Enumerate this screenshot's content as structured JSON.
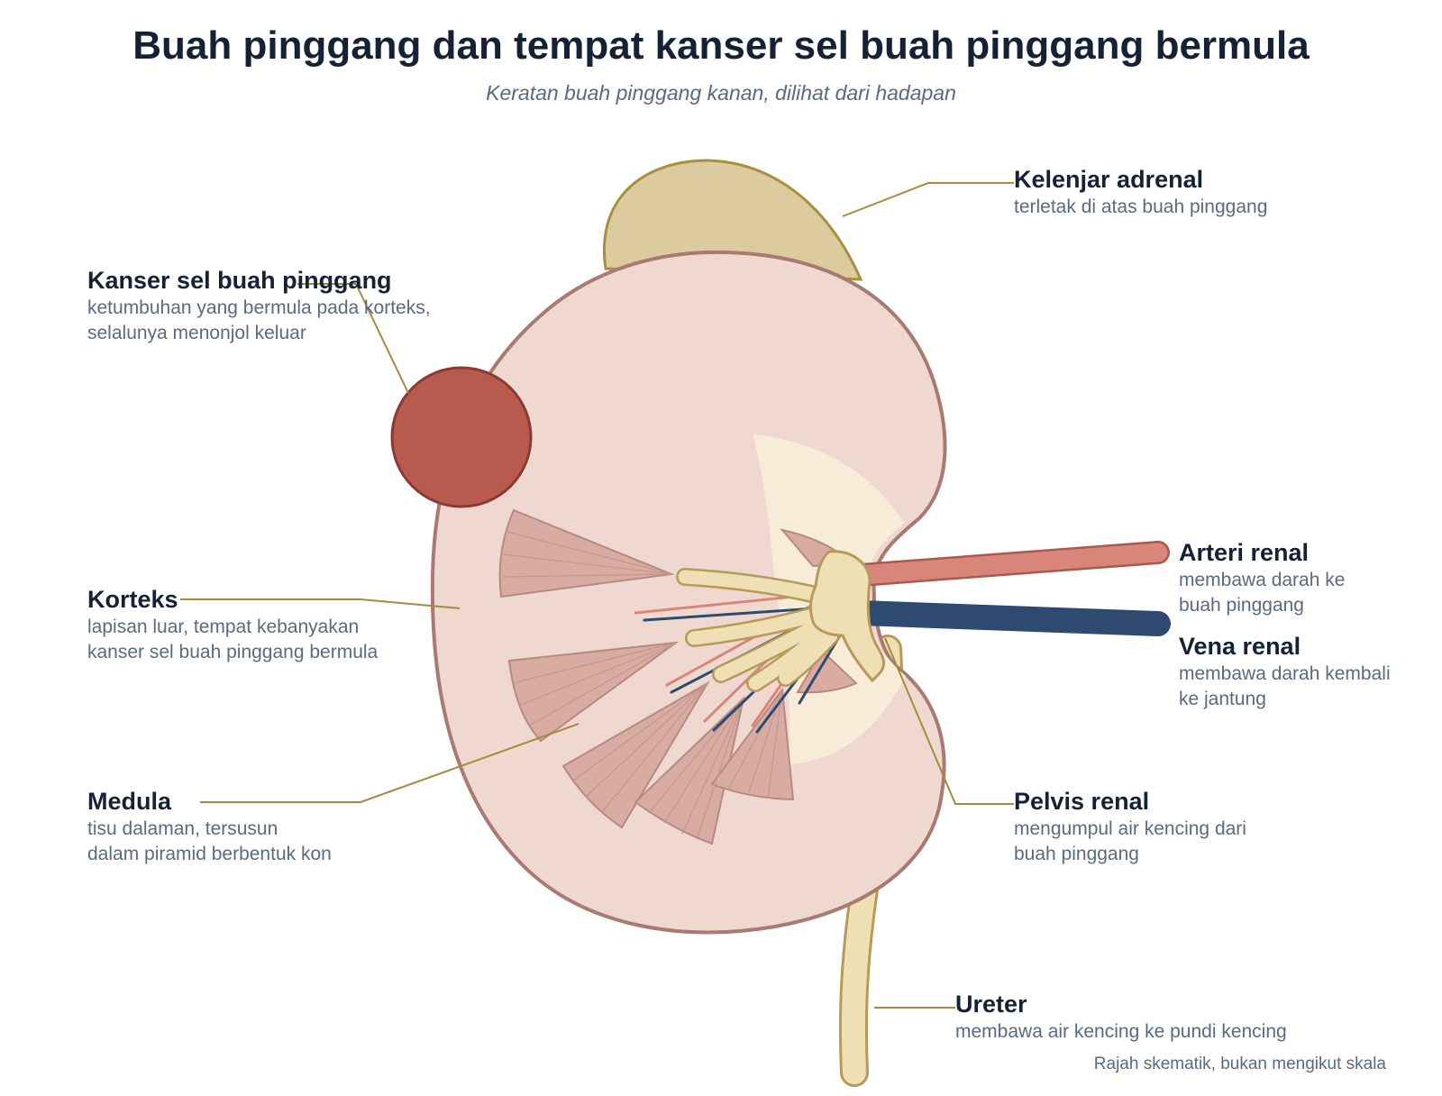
{
  "title": "Buah pinggang dan tempat kanser sel buah pinggang bermula",
  "subtitle": "Keratan buah pinggang kanan, dilihat dari hadapan",
  "labels": {
    "adrenal": {
      "name": "Kelenjar adrenal",
      "desc": [
        "terletak di atas buah pinggang"
      ]
    },
    "kanser": {
      "name": "Kanser sel buah pinggang",
      "desc": [
        "ketumbuhan yang bermula pada korteks,",
        "selalunya menonjol keluar"
      ]
    },
    "korteks": {
      "name": "Korteks",
      "desc": [
        "lapisan luar, tempat kebanyakan",
        "kanser sel buah pinggang bermula"
      ]
    },
    "medula": {
      "name": "Medula",
      "desc": [
        "tisu dalaman, tersusun",
        "dalam piramid berbentuk kon"
      ]
    },
    "arteri": {
      "name": "Arteri renal",
      "desc": [
        "membawa darah ke",
        "buah pinggang"
      ]
    },
    "vena": {
      "name": "Vena renal",
      "desc": [
        "membawa darah kembali",
        "ke jantung"
      ]
    },
    "pelvis": {
      "name": "Pelvis renal",
      "desc": [
        "mengumpul air kencing dari",
        "buah pinggang"
      ]
    },
    "ureter": {
      "name": "Ureter",
      "desc": [
        "membawa air kencing ke pundi kencing"
      ]
    }
  },
  "footnote": "Rajah skematik, bukan mengikut skala",
  "colors": {
    "cortex": "#eed8d0",
    "outline": "#a87a72",
    "sinus": "#f6ecd8",
    "pyramid": "#d9aca3",
    "tumor": "#b85a4e",
    "adrenal": "#dccb9f",
    "collecting": "#efdfb5",
    "artery": "#d9867a",
    "vein": "#2f4a70",
    "leader": "#a88a3c"
  }
}
